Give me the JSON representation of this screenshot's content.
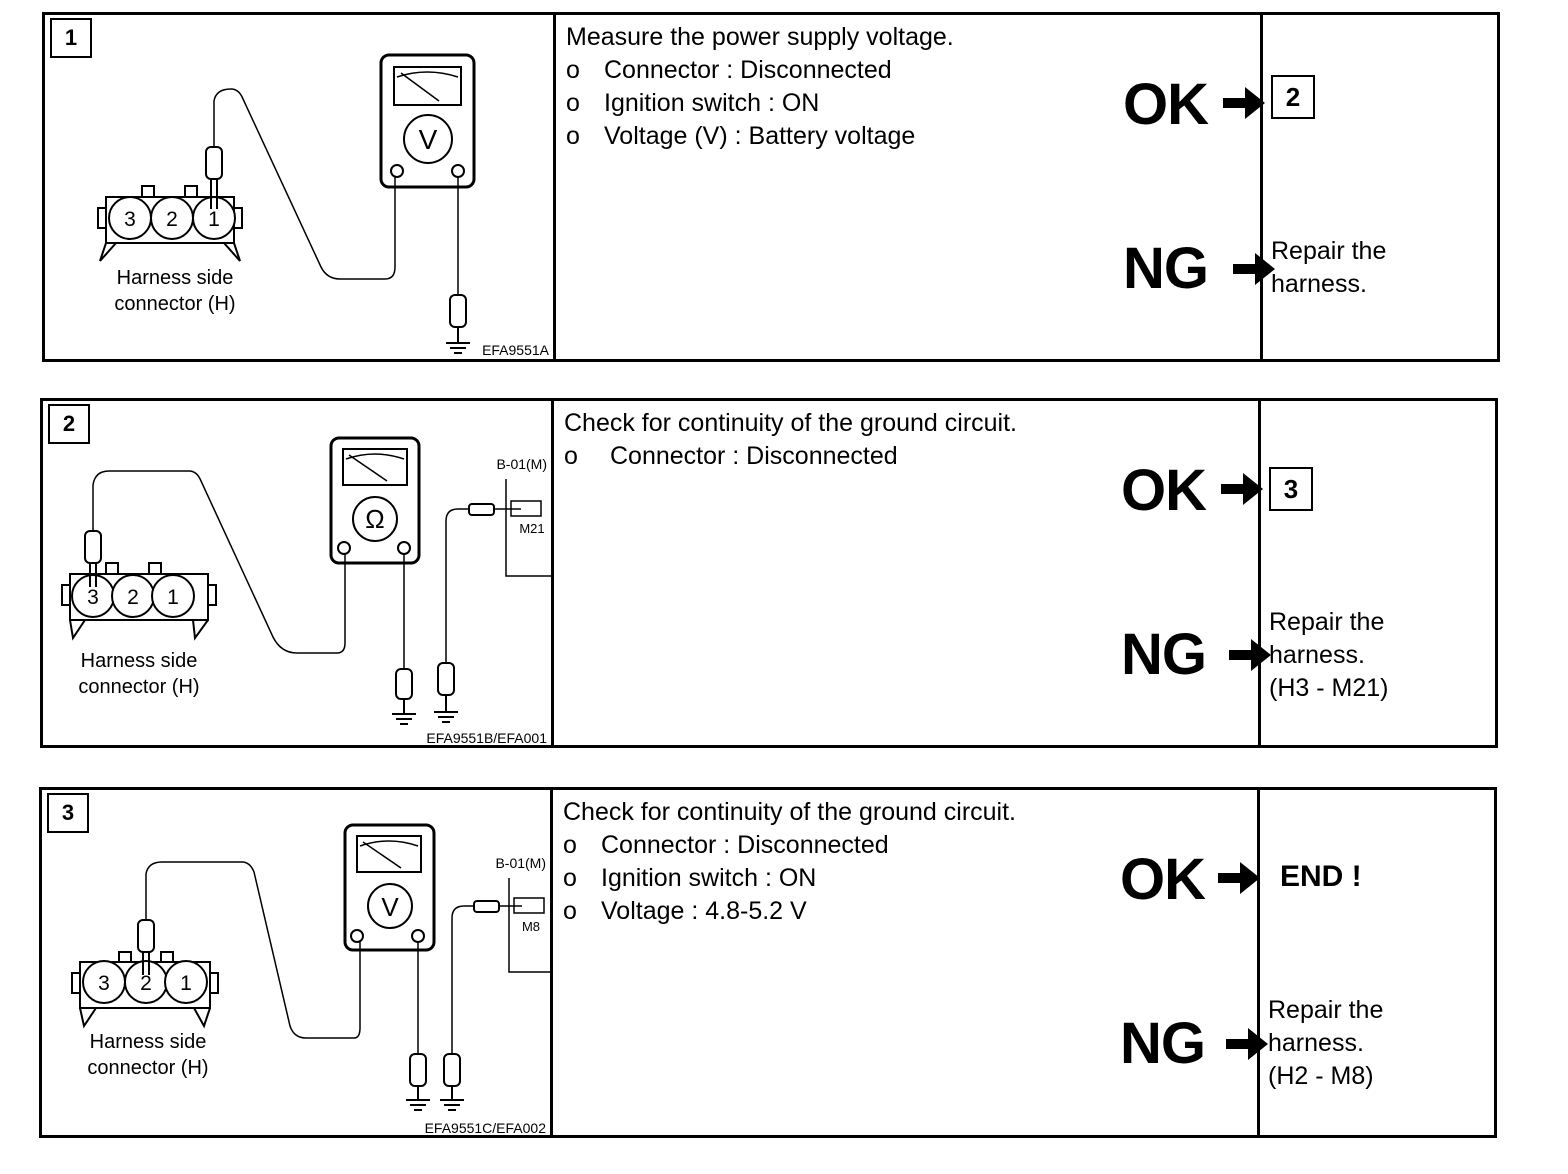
{
  "steps": [
    {
      "number": "1",
      "title": "Measure the power supply voltage.",
      "bullets": [
        {
          "marker": "o",
          "text": "Connector : Disconnected"
        },
        {
          "marker": "o",
          "text": "Ignition switch : ON"
        },
        {
          "marker": "o",
          "text": "Voltage (V) : Battery voltage"
        }
      ],
      "figure": {
        "meter_symbol": "V",
        "connector_caption_1": "Harness side",
        "connector_caption_2": "connector (H)",
        "pins": [
          "3",
          "2",
          "1"
        ],
        "code": "EFA9551A"
      },
      "ok_label": "OK",
      "ok_result": "2",
      "ng_label": "NG",
      "ng_result": [
        "Repair the",
        "harness."
      ]
    },
    {
      "number": "2",
      "title": "Check for continuity of the ground circuit.",
      "bullets": [
        {
          "marker": "o",
          "text": "Connector : Disconnected"
        }
      ],
      "figure": {
        "meter_symbol": "Ω",
        "connector_caption_1": "Harness side",
        "connector_caption_2": "connector (H)",
        "pins": [
          "3",
          "2",
          "1"
        ],
        "ecu_label": "B-01(M)",
        "ecu_pin": "M21",
        "code": "EFA9551B/EFA001"
      },
      "ok_label": "OK",
      "ok_result": "3",
      "ng_label": "NG",
      "ng_result": [
        "Repair the",
        "harness.",
        "(H3 - M21)"
      ]
    },
    {
      "number": "3",
      "title": "Check for continuity of the ground circuit.",
      "bullets": [
        {
          "marker": "o",
          "text": "Connector : Disconnected"
        },
        {
          "marker": "o",
          "text": "Ignition switch : ON"
        },
        {
          "marker": "o",
          "text": "Voltage : 4.8-5.2 V"
        }
      ],
      "figure": {
        "meter_symbol": "V",
        "connector_caption_1": "Harness side",
        "connector_caption_2": "connector (H)",
        "pins": [
          "3",
          "2",
          "1"
        ],
        "ecu_label": "B-01(M)",
        "ecu_pin": "M8",
        "code": "EFA9551C/EFA002"
      },
      "ok_label": "OK",
      "ok_result": "END !",
      "ng_label": "NG",
      "ng_result": [
        "Repair the",
        "harness.",
        "(H2 - M8)"
      ]
    }
  ]
}
